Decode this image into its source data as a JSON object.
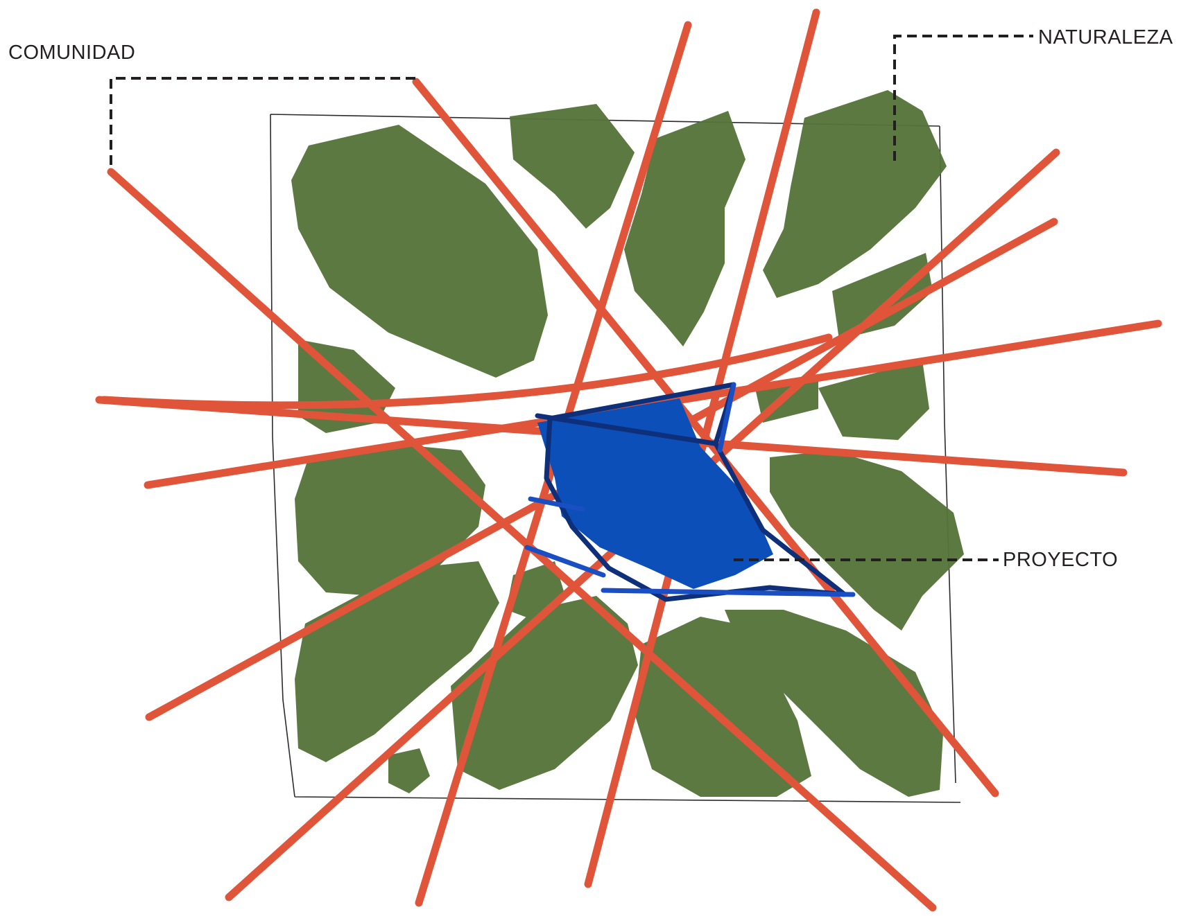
{
  "labels": {
    "comunidad": "COMUNIDAD",
    "naturaleza": "NATURALEZA",
    "proyecto": "PROYECTO"
  },
  "colors": {
    "nature_green": "#55743a",
    "community_red": "#e0553a",
    "project_blue": "#0d4fb8",
    "ink": "#1a1a2e",
    "leader": "#231f20",
    "paper": "#ffffff"
  }
}
